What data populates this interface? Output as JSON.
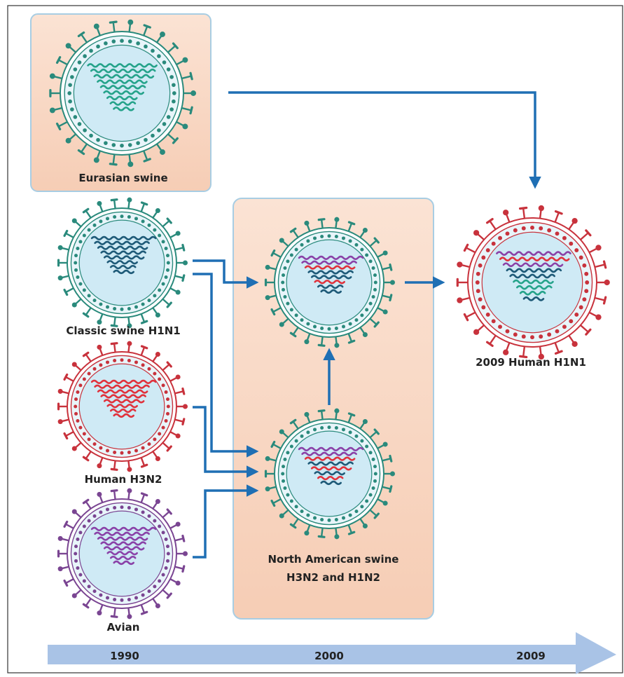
{
  "labels": {
    "eurasian": "Eurasian swine",
    "classic": "Classic swine H1N1",
    "human_h3n2": "Human H3N2",
    "avian": "Avian",
    "na_swine_line1": "North American swine",
    "na_swine_line2": "H3N2 and H1N2",
    "human_2009": "2009 Human H1N1"
  },
  "timeline": {
    "ticks": [
      "1990",
      "2000",
      "2009"
    ],
    "color": "#a9c3e6"
  },
  "colors": {
    "teal_virus": "#2a8a7c",
    "red_virus": "#c8323c",
    "purple_virus": "#7a4592",
    "capsid_fill": "#cfeaf5",
    "box_fill": "#f9d9c6",
    "box_border": "#a8cde3",
    "arrow": "#1f6fb4",
    "gene_teal": "#25a38a",
    "gene_navy": "#1e5a78",
    "gene_red": "#e0323c",
    "gene_purple": "#8a42a8"
  }
}
